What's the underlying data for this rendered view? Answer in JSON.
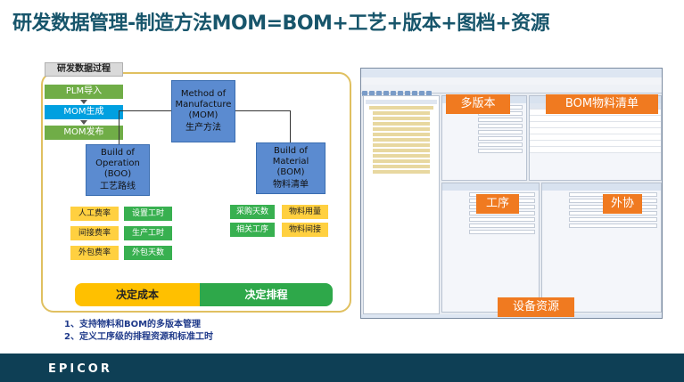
{
  "title": "研发数据管理-制造方法MOM=BOM+工艺+版本+图档+资源",
  "diagram": {
    "process_title": "研发数据过程",
    "steps": [
      "PLM导入",
      "MOM生成",
      "MOM发布"
    ],
    "mom": {
      "line1": "Method of",
      "line2": "Manufacture",
      "line3": "(MOM)",
      "cn": "生产方法"
    },
    "boo": {
      "line1": "Build of",
      "line2": "Operation",
      "line3": "(BOO)",
      "cn": "工艺路线"
    },
    "bom": {
      "line1": "Build of Material",
      "line2": "(BOM)",
      "cn": "物料清单"
    },
    "boo_tags_left": [
      "人工费率",
      "间接费率",
      "外包费率"
    ],
    "boo_tags_right": [
      "设置工时",
      "生产工时",
      "外包天数"
    ],
    "bom_tags_left": [
      "采购天数",
      "相关工序"
    ],
    "bom_tags_right": [
      "物料用量",
      "物料间接"
    ],
    "cost_bar": "决定成本",
    "sched_bar": "决定排程"
  },
  "notes": [
    "1、支持物料和BOM的多版本管理",
    "2、定义工序级的排程资源和标准工时"
  ],
  "screenshot": {
    "callouts": [
      "多版本",
      "BOM物料清单",
      "工序",
      "外协",
      "设备资源"
    ]
  },
  "footer": {
    "logo": "EPICOR"
  },
  "colors": {
    "title": "#17556b",
    "footer": "#0e3f55",
    "callout": "#f07a20",
    "box": "#5b8bd0",
    "yellow": "#ffc000",
    "green": "#2ea84a"
  }
}
